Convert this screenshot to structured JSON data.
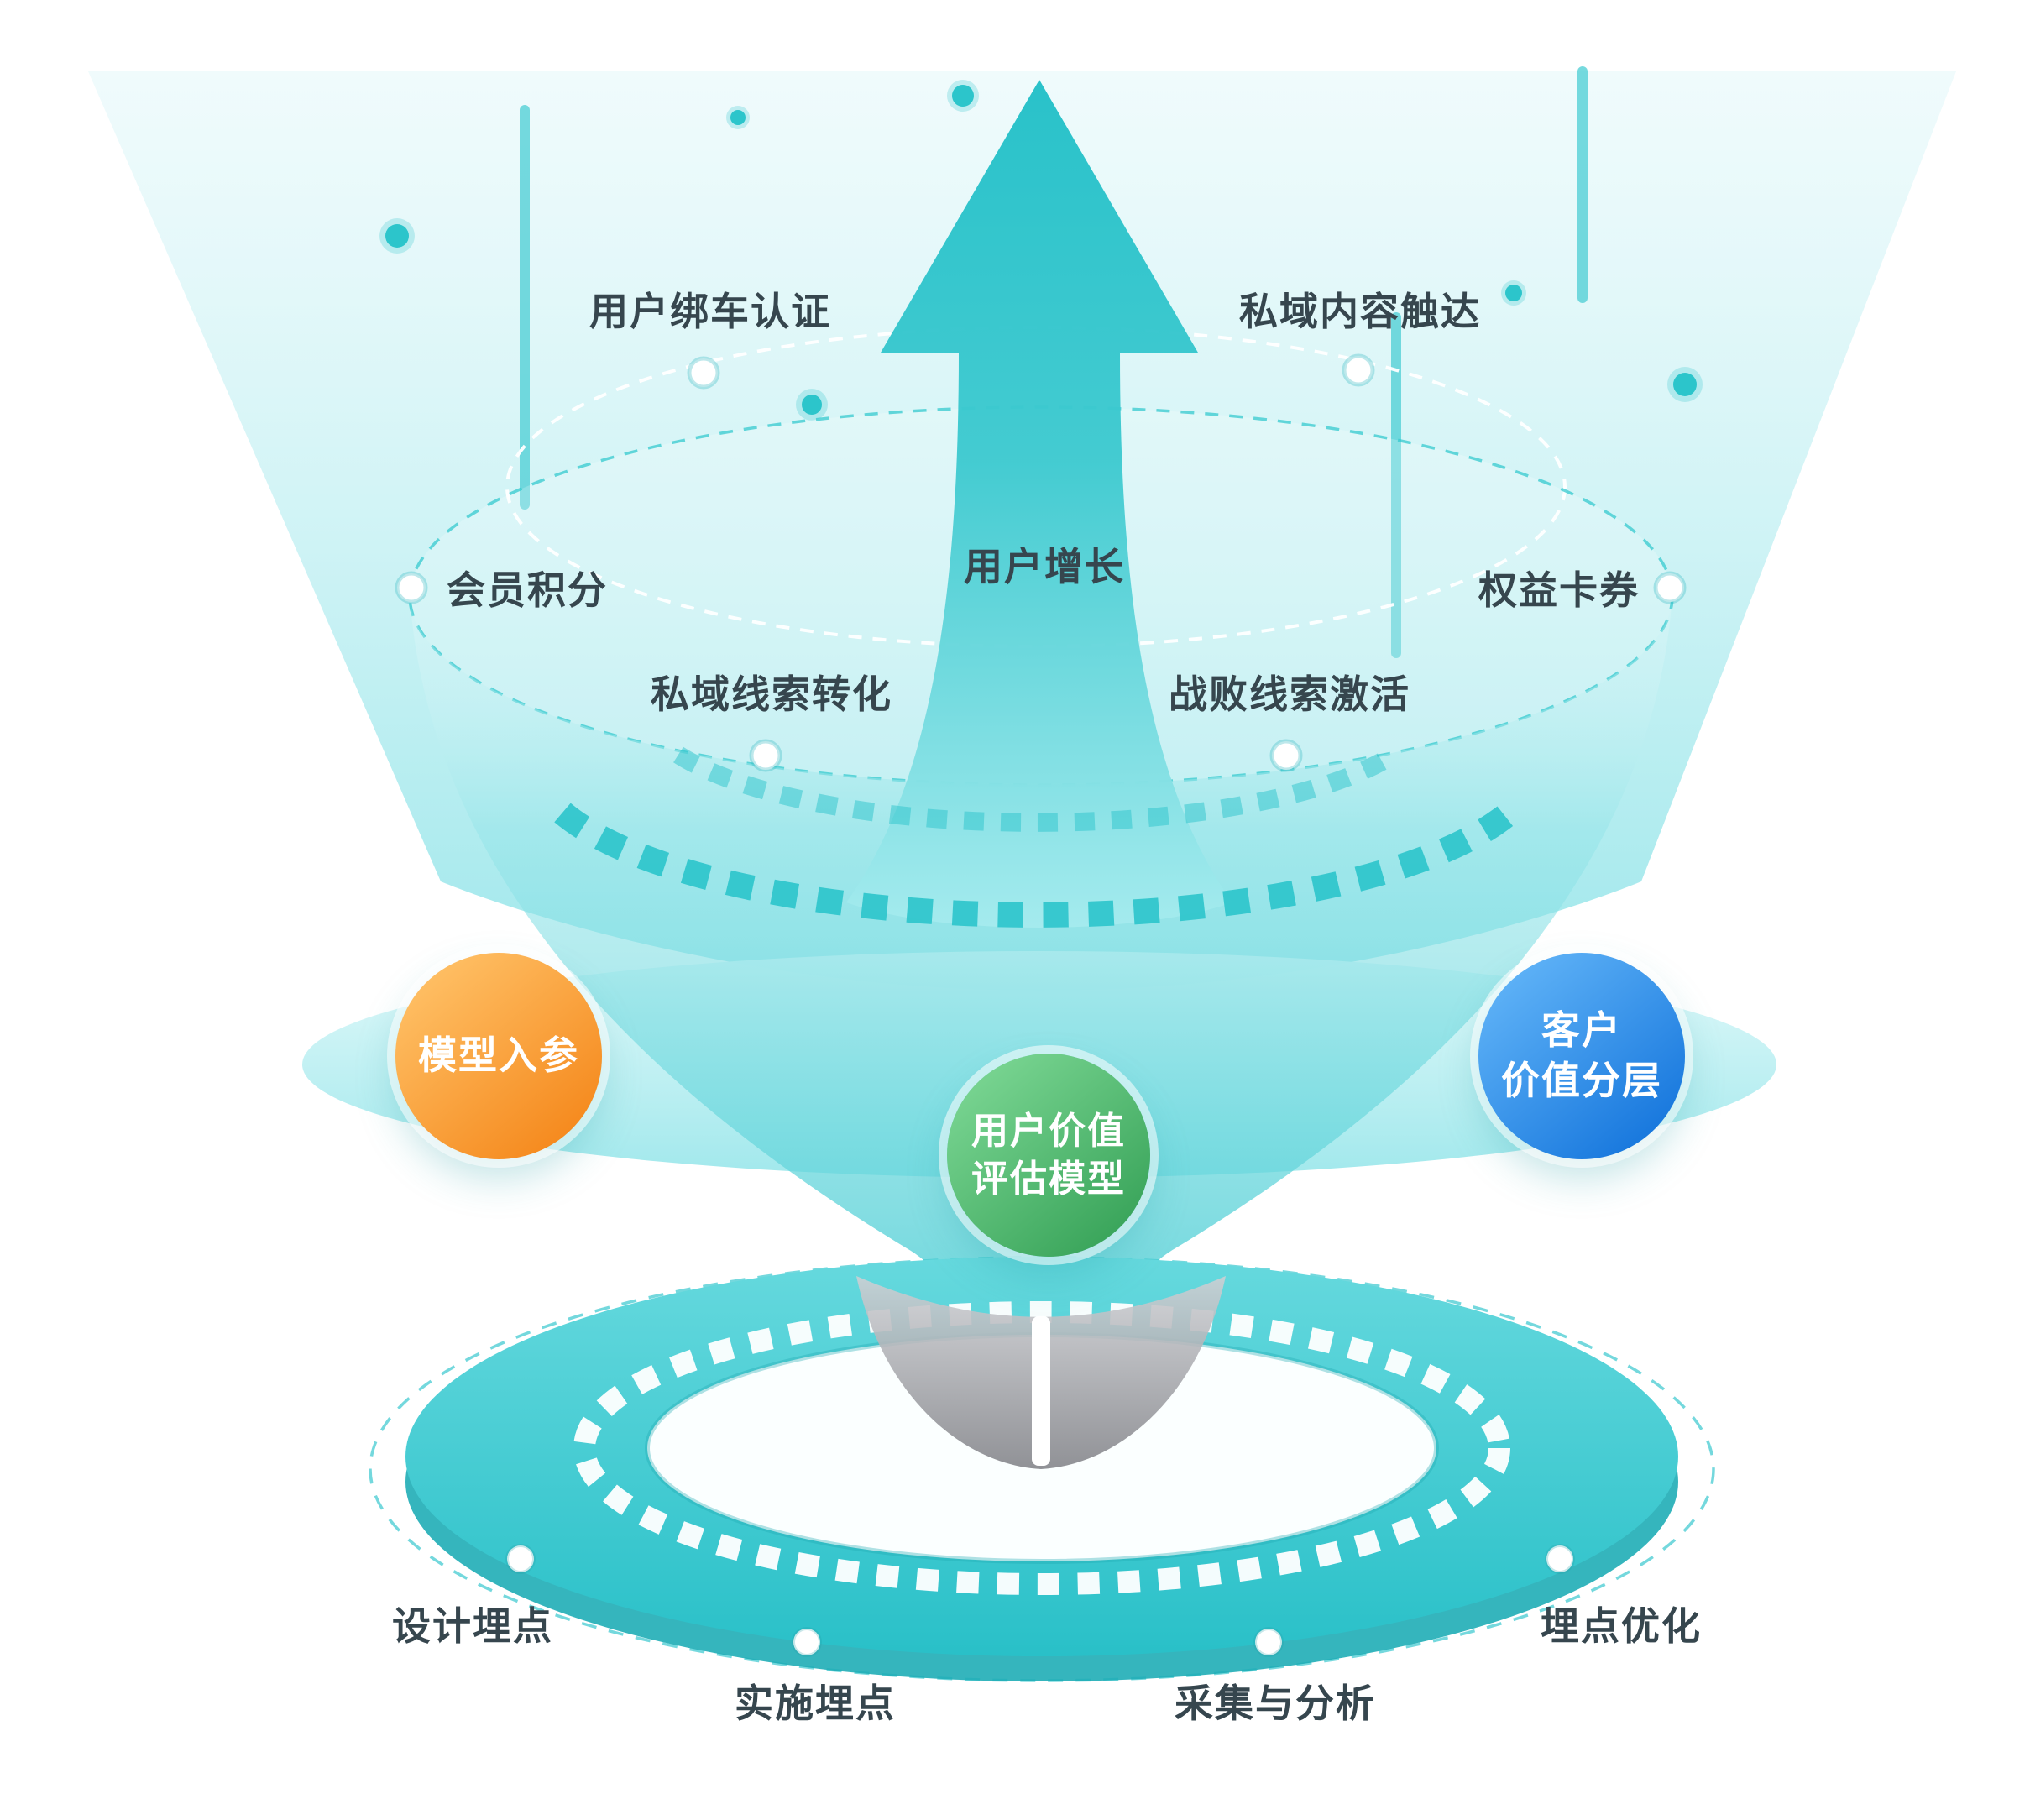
{
  "diagram": {
    "arrow_label": "用户增长",
    "top_ring": {
      "bind_auth": "用户绑车认证",
      "private_reach": "私域内容触达"
    },
    "mid_ring": {
      "member_points": "会员积分",
      "benefit_cards": "权益卡券",
      "private_lead_conversion": "私域线索转化",
      "lost_lead_activation": "战败线索激活"
    },
    "nodes": {
      "model_input": {
        "label": "模型入参",
        "color": "#F5891D"
      },
      "value_model": {
        "line1": "用户价值",
        "line2": "评估模型",
        "color": "#39A45A"
      },
      "customer_tiers": {
        "line1": "客户",
        "line2": "价值分层",
        "color": "#1777DD"
      }
    },
    "base_ring": {
      "design_tracking": "设计埋点",
      "implement_tracking": "实施埋点",
      "collect_analyze": "采集与分析",
      "tracking_optimize": "埋点优化"
    },
    "colors": {
      "teal": "#2BC4CB",
      "teal_light": "#A9EAEE",
      "text": "#36464E"
    }
  }
}
